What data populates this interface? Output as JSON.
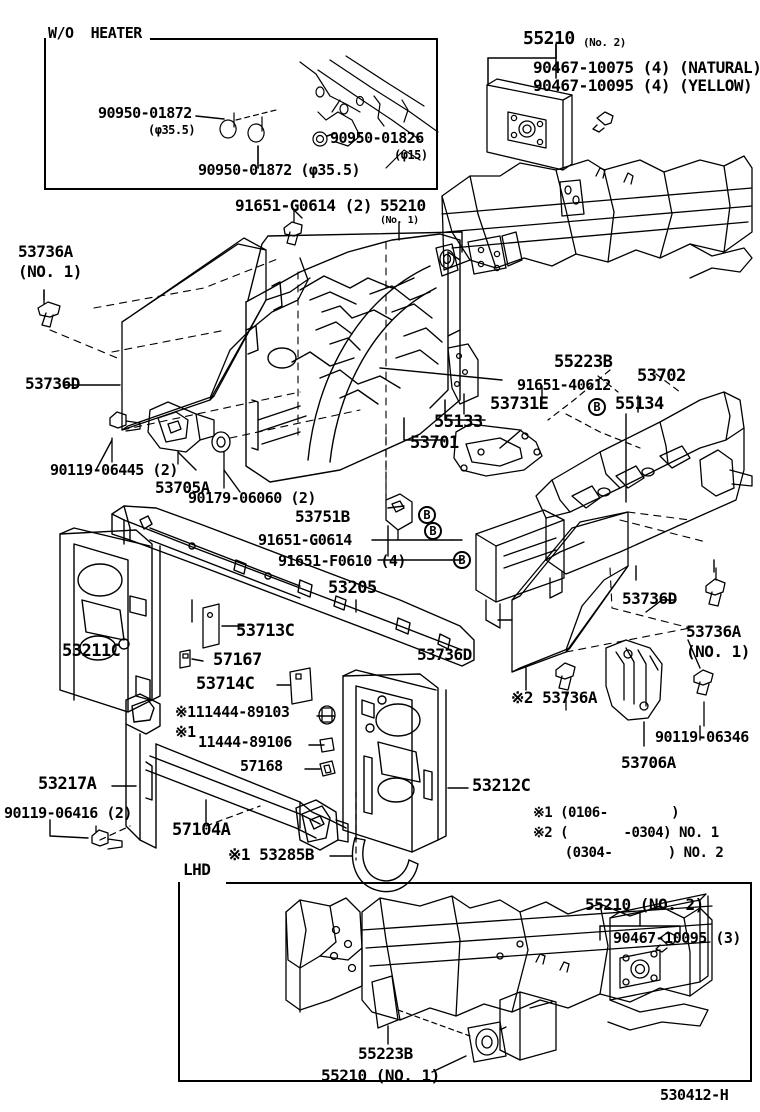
{
  "diagram": {
    "id": "530412-H",
    "title_top_inset": "W/O  HEATER",
    "title_bottom_inset": "LHD"
  },
  "inset_top": {
    "label": "W/O  HEATER",
    "callouts": [
      {
        "id": "c1",
        "text": "90950-01872",
        "sub": "(φ35.5)"
      },
      {
        "id": "c2",
        "text": "90950-01826",
        "sub": "(φ15)"
      },
      {
        "id": "c3",
        "text": "90950-01872 (φ35.5)"
      }
    ]
  },
  "top_right": {
    "part": "55210",
    "part_sub": "(No. 2)",
    "bolts": [
      "90467-10075 (4) (NATURAL)",
      "90467-10095 (4) (YELLOW)"
    ]
  },
  "labels": [
    {
      "key": "l_91651_g0614_2",
      "text": "91651-G0614 (2)"
    },
    {
      "key": "l_55210_no1",
      "text": "55210"
    },
    {
      "key": "l_55210_no1_sub",
      "text": "(No. 1)"
    },
    {
      "key": "l_53736a_1",
      "text": "53736A"
    },
    {
      "key": "l_53736a_1_sub",
      "text": "(NO. 1)"
    },
    {
      "key": "l_53736d_left",
      "text": "53736D"
    },
    {
      "key": "l_90119_06445",
      "text": "90119-06445 (2)"
    },
    {
      "key": "l_53705a",
      "text": "53705A"
    },
    {
      "key": "l_90179_06060",
      "text": "90179-06060 (2)"
    },
    {
      "key": "l_53751b",
      "text": "53751B"
    },
    {
      "key": "l_91651_g0614",
      "text": "91651-G0614"
    },
    {
      "key": "l_91651_f0610",
      "text": "91651-F0610 (4)"
    },
    {
      "key": "l_53205",
      "text": "53205"
    },
    {
      "key": "l_55133",
      "text": "55133"
    },
    {
      "key": "l_53701",
      "text": "53701"
    },
    {
      "key": "l_55223b",
      "text": "55223B"
    },
    {
      "key": "l_53702",
      "text": "53702"
    },
    {
      "key": "l_91651_40612",
      "text": "91651-40612"
    },
    {
      "key": "l_53731e",
      "text": "53731E"
    },
    {
      "key": "l_55134",
      "text": "55134"
    },
    {
      "key": "l_53736d_mid",
      "text": "53736D"
    },
    {
      "key": "l_53736d_right",
      "text": "53736D"
    },
    {
      "key": "l_53736a_2",
      "text": "53736A"
    },
    {
      "key": "l_53736a_2_sub",
      "text": "(NO. 1)"
    },
    {
      "key": "l_53736a_star2",
      "text": "※2 53736A"
    },
    {
      "key": "l_90119_06346",
      "text": "90119-06346"
    },
    {
      "key": "l_53706a",
      "text": "53706A"
    },
    {
      "key": "l_53211c",
      "text": "53211C"
    },
    {
      "key": "l_53713c",
      "text": "53713C"
    },
    {
      "key": "l_57167",
      "text": "57167"
    },
    {
      "key": "l_53714c",
      "text": "53714C"
    },
    {
      "key": "l_11444_89103",
      "text": "※111444-89103"
    },
    {
      "key": "l_11444_89106_star",
      "text": "※1"
    },
    {
      "key": "l_11444_89106",
      "text": "11444-89106"
    },
    {
      "key": "l_57168",
      "text": "57168"
    },
    {
      "key": "l_53212c",
      "text": "53212C"
    },
    {
      "key": "l_53217a",
      "text": "53217A"
    },
    {
      "key": "l_90119_06416",
      "text": "90119-06416 (2)"
    },
    {
      "key": "l_57104a",
      "text": "57104A"
    },
    {
      "key": "l_53285b",
      "text": "※1 53285B"
    },
    {
      "key": "l_lhd",
      "text": "LHD"
    }
  ],
  "footnotes": [
    "※1 (0106-        )",
    "※2 (       -0304) NO. 1",
    "    (0304-       ) NO. 2"
  ],
  "inset_bottom": {
    "part_top": "55210 (NO. 2)",
    "bolt": "90467-10095 (3)",
    "part_a": "55223B",
    "part_b": "55210 (NO. 1)"
  },
  "circle_markers": [
    "B",
    "B",
    "B",
    "B"
  ]
}
